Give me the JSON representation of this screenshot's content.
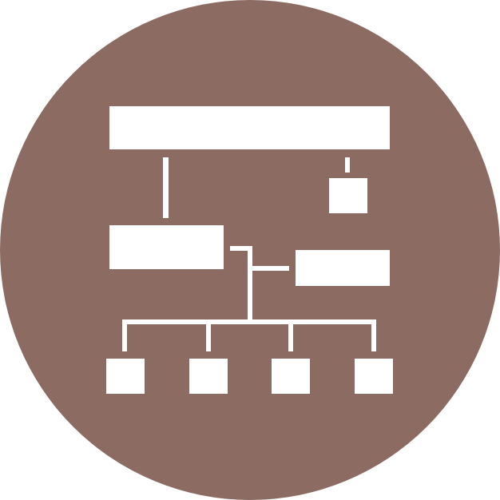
{
  "icon": {
    "name": "hierarchy-structure-icon",
    "colors": {
      "circle": "#8C6B62",
      "glyph": "#FFFFFF",
      "background": "#FFFFFF"
    },
    "parts": [
      "top-bar-node",
      "top-right-small-node",
      "middle-left-node",
      "middle-right-node",
      "bottom-node-1",
      "bottom-node-2",
      "bottom-node-3",
      "bottom-node-4",
      "connector-lines"
    ]
  }
}
